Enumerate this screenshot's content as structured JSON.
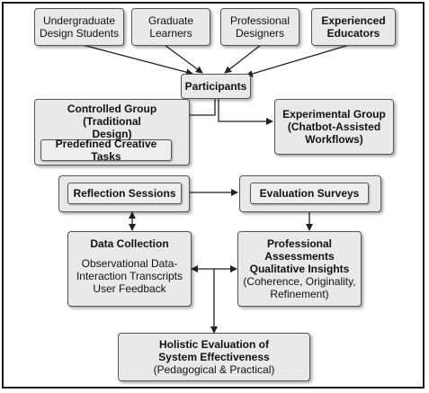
{
  "participants_row": {
    "undergrad": [
      "Undergraduate",
      "Design Students"
    ],
    "graduate": [
      "Graduate",
      "Learners"
    ],
    "professional": [
      "Professional",
      "Designers"
    ],
    "educators": [
      "Experienced",
      "Educators"
    ]
  },
  "participants": "Participants",
  "controlled_group": {
    "title": [
      "Controlled Group",
      "(Traditional",
      "Design)"
    ],
    "inner": "Predefined Creative Tasks"
  },
  "experimental_group": [
    "Experimental Group",
    "(Chatbot-Assisted",
    "Workflows)"
  ],
  "reflection": "Reflection Sessions",
  "evaluation": "Evaluation Surveys",
  "data_collection": {
    "title": "Data Collection",
    "lines": [
      "Observational Data-",
      "Interaction Transcripts",
      "User Feedback"
    ]
  },
  "professional_assessments": {
    "title": [
      "Professional",
      "Assessments",
      "Qualitative Insights"
    ],
    "lines": [
      "(Coherence, Originality,",
      "Refinement)"
    ]
  },
  "holistic": {
    "title": [
      "Holistic Evaluation of",
      "System Effectiveness"
    ],
    "subtitle": "(Pedagogical & Practical)"
  }
}
